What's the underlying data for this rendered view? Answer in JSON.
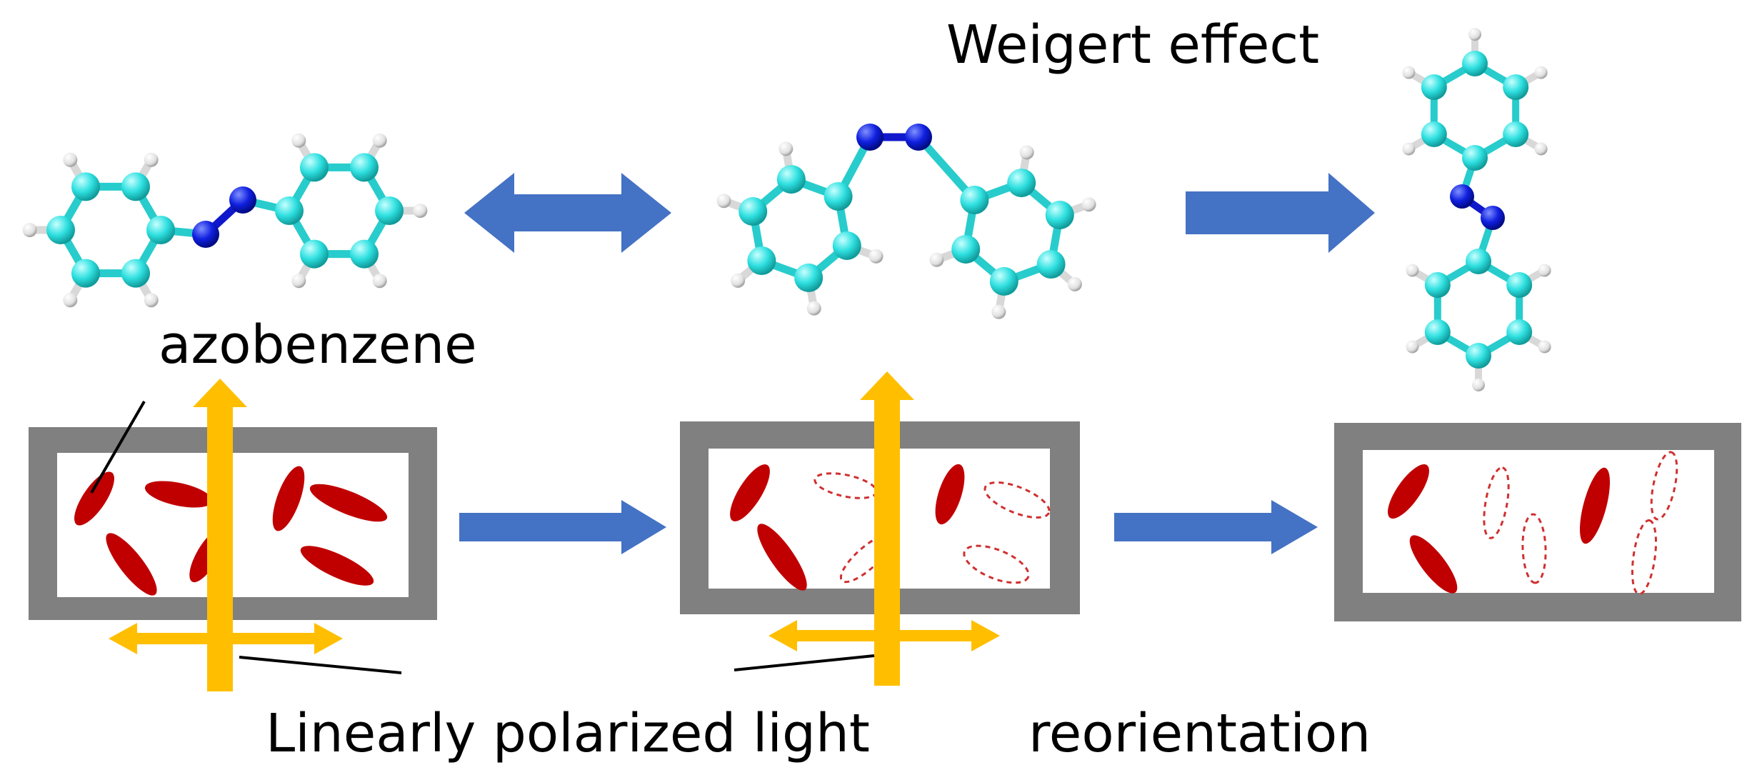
{
  "labels": {
    "weigert": "Weigert effect",
    "azobenzene": "azobenzene",
    "light": "Linearly polarized light",
    "reorientation": "reorientation"
  },
  "colors": {
    "carbon": "#2fe0e0",
    "nitrogen": "#1020e0",
    "hydrogen": "#e8e8e8",
    "bond_c": "#28cccc",
    "bond_n": "#1018cc",
    "arrow_blue": "#4472c4",
    "light_yellow": "#ffbf00",
    "frame_gray": "#808080",
    "molecule_red": "#c00000",
    "leader_line": "#000000"
  },
  "molecules": [
    {
      "form": "trans"
    },
    {
      "form": "cis"
    },
    {
      "form": "trans-reoriented"
    }
  ],
  "panels": [
    {
      "stage": "initial-random"
    },
    {
      "stage": "under-illumination"
    },
    {
      "stage": "reoriented"
    }
  ]
}
